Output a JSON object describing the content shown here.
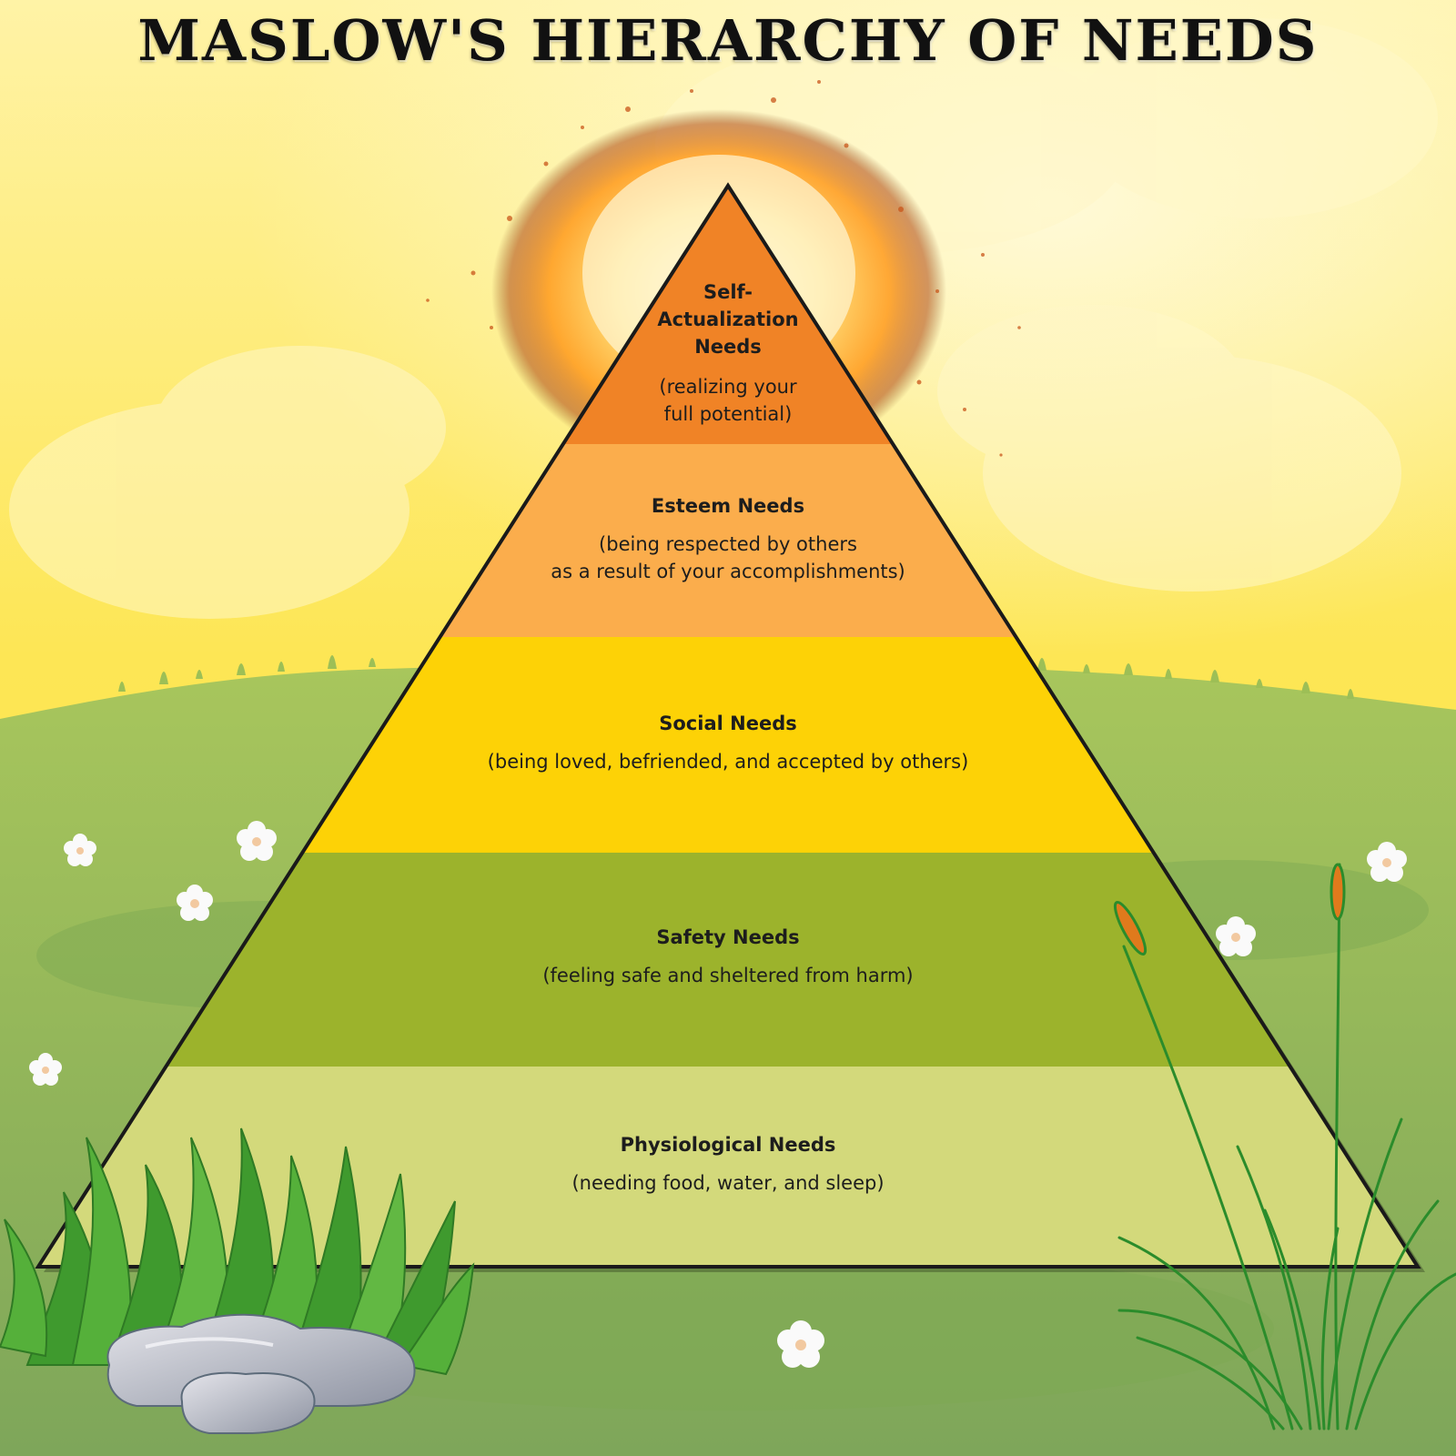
{
  "title": "MASLOW'S HIERARCHY OF NEEDS",
  "levels": [
    {
      "name": "Self-\nActualization\nNeeds",
      "description": "(realizing your\nfull potential)",
      "color": "#f08326"
    },
    {
      "name": "Esteem Needs",
      "description": "(being respected by others\nas a result of your accomplishments)",
      "color": "#fbad4c"
    },
    {
      "name": "Social Needs",
      "description": "(being loved, befriended, and accepted by others)",
      "color": "#fdd206"
    },
    {
      "name": "Safety Needs",
      "description": "(feeling safe and sheltered from harm)",
      "color": "#9cb32c"
    },
    {
      "name": "Physiological Needs",
      "description": "(needing food, water, and sleep)",
      "color": "#d3d97b"
    }
  ],
  "colors": {
    "sky_top": "#fff6b0",
    "sky": "#fde84a",
    "grass": "#9dbf56",
    "grass_dark": "#6e9b45",
    "glow": "#ff9a1c"
  }
}
